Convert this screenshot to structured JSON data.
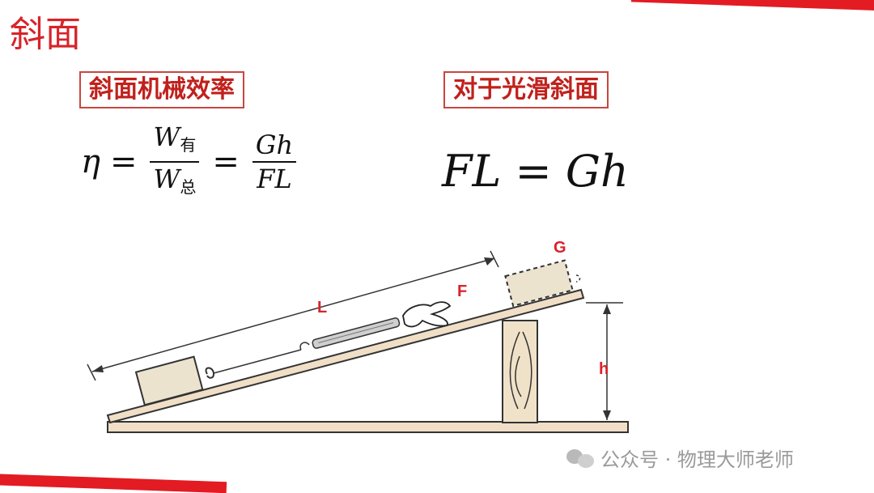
{
  "slide": {
    "title": "斜面",
    "label_left": "斜面机械效率",
    "label_right": "对于光滑斜面"
  },
  "formula_efficiency": {
    "eta": "η",
    "eq": "=",
    "frac1_num_var": "W",
    "frac1_num_sub": "有",
    "frac1_den_var": "W",
    "frac1_den_sub": "总",
    "frac2_num": "Gh",
    "frac2_den": "FL"
  },
  "formula_smooth": {
    "text": "FL = Gh"
  },
  "diagram": {
    "label_L": "L",
    "label_F": "F",
    "label_G": "G",
    "label_h": "h",
    "accent_color": "#d8232a"
  },
  "watermark": {
    "text": "公众号 · 物理大师老师"
  },
  "colors": {
    "title": "#d8232a",
    "box_border": "#c9463f",
    "board_fill": "#f0dfc6",
    "block_fill": "#ece3cf"
  }
}
